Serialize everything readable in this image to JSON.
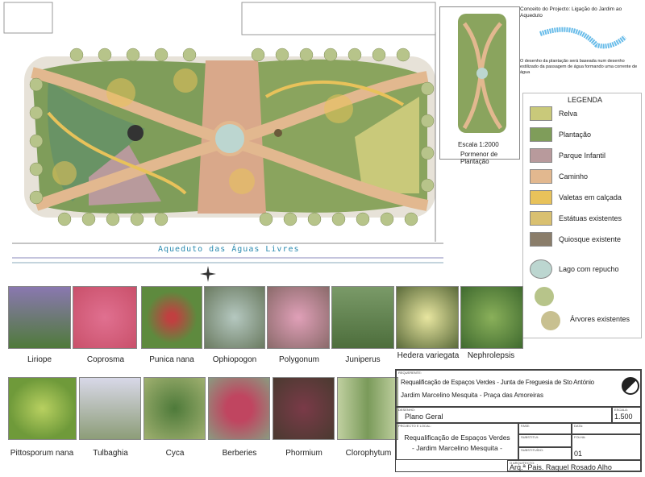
{
  "concept": {
    "title": "Conceito do Projecto: Ligação do Jardim ao Aqueduto",
    "description": "O desenho da plantação será baseada num desenho estilizado da passagem de água formando uma corrente de água"
  },
  "plan": {
    "aqueduct_label": "Aqueduto das Águas Livres"
  },
  "inset": {
    "scale": "Escala 1:2000",
    "title": "Pormenor de Plantação"
  },
  "legend": {
    "title": "LEGENDA",
    "items": [
      {
        "label": "Relva",
        "color": "#c9c97a"
      },
      {
        "label": "Plantação",
        "color": "#7f9d5a"
      },
      {
        "label": "Parque Infantil",
        "color": "#b89a9c"
      },
      {
        "label": "Caminho",
        "color": "#e2b88f"
      },
      {
        "label": "Valetas em calçada",
        "color": "#e8c25a"
      },
      {
        "label": "Estátuas existentes",
        "color": "#d9c070"
      },
      {
        "label": "Quiosque existente",
        "color": "#8a7d6a"
      },
      {
        "label": "Lago com repucho",
        "color": "#bcd6d0"
      },
      {
        "label": "Árvores existentes",
        "color": "#b7c48a"
      }
    ]
  },
  "plants_row1": [
    {
      "name": "Liriope",
      "color": "#4f7a3a"
    },
    {
      "name": "Coprosma",
      "color": "#c9506a"
    },
    {
      "name": "Punica nana",
      "color": "#5e8a3e"
    },
    {
      "name": "Ophiopogon",
      "color": "#8aa59a"
    },
    {
      "name": "Polygonum",
      "color": "#c987a0"
    },
    {
      "name": "Juniperus",
      "color": "#4d6e3c"
    },
    {
      "name": "Hedera variegata",
      "color": "#b9b870"
    },
    {
      "name": "Nephrolepsis",
      "color": "#5f8f3f"
    }
  ],
  "plants_row2": [
    {
      "name": "Pittosporum nana",
      "color": "#6f9a3a"
    },
    {
      "name": "Tulbaghia",
      "color": "#8d9d78"
    },
    {
      "name": "Cyca",
      "color": "#4e7a3a"
    },
    {
      "name": "Berberies",
      "color": "#a5455a"
    },
    {
      "name": "Phormium",
      "color": "#6a3a40"
    },
    {
      "name": "Clorophytum",
      "color": "#a6b98a"
    }
  ],
  "title_block": {
    "requerente_label": "REQUERENTE:",
    "requerente_1": "Requalificação de Espaços Verdes - Junta de Freguesia de Sto António",
    "requerente_2": "Jardim Marcelino Mesquita - Praça das Amoreiras",
    "desenho_label": "DESENHO:",
    "desenho": "Plano Geral",
    "escala_label": "ESCALA:",
    "escala": "1.500",
    "projecto_label": "PROJECTO E LOCAL:",
    "projecto_1": "Requalificação de Espaços Verdes",
    "projecto_2": "- Jardim Marcelino Mesquita -",
    "fase_label": "FASE:",
    "data_label": "DATA:",
    "substitui_label": "SUBSTITUI:",
    "folha_label": "FOLHA:",
    "substituido_label": "SUBSTITUÍDO:",
    "folha": "01",
    "arquitecto_label": "O ARQUITECTO:",
    "arquitecto": "Arq.ª Pais. Raquel Rosado Alho"
  }
}
